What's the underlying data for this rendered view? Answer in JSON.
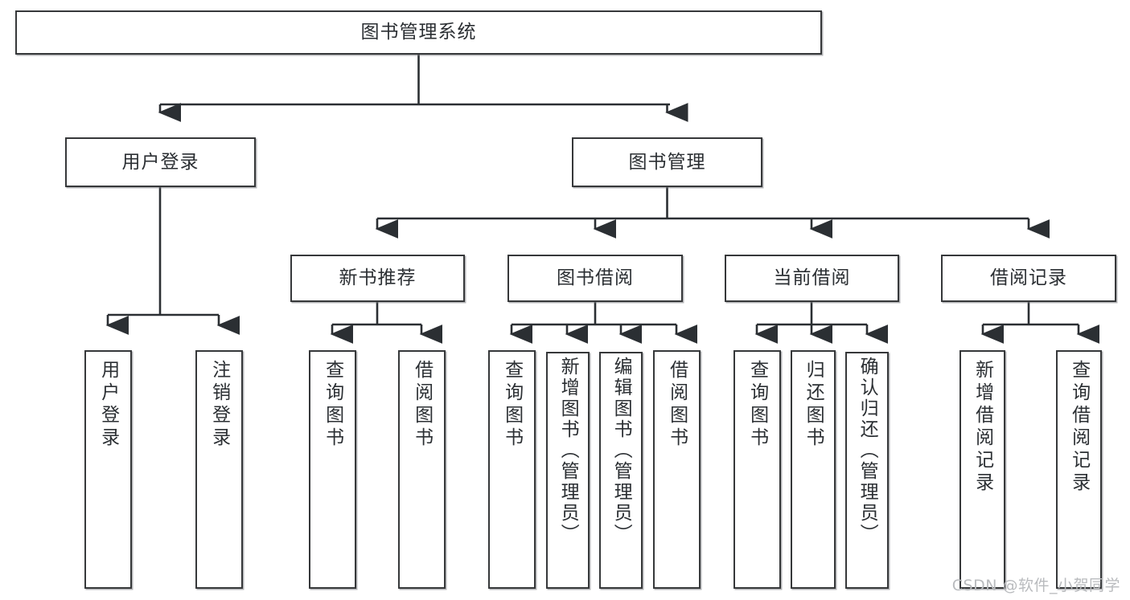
{
  "diagram": {
    "type": "tree",
    "title": "图书管理系统",
    "watermark": "CSDN @软件_小贺同学",
    "colors": {
      "box_border": "#36383a",
      "box_fill": "#ffffff",
      "text": "#2b2f33",
      "connector": "#2b2f33",
      "watermark": "#b9bbbe"
    },
    "root": {
      "label": "图书管理系统"
    },
    "level2": [
      {
        "label": "用户登录"
      },
      {
        "label": "图书管理"
      }
    ],
    "level3": [
      {
        "label": "新书推荐"
      },
      {
        "label": "图书借阅"
      },
      {
        "label": "当前借阅"
      },
      {
        "label": "借阅记录"
      }
    ],
    "leaves": {
      "user_login": [
        {
          "label": "用户登录"
        },
        {
          "label": "注销登录"
        }
      ],
      "new_book_recommend": [
        {
          "label": "查询图书"
        },
        {
          "label": "借阅图书"
        }
      ],
      "book_borrow": [
        {
          "label": "查询图书"
        },
        {
          "label": "新增图书（管理员）"
        },
        {
          "label": "编辑图书（管理员）"
        },
        {
          "label": "借阅图书"
        }
      ],
      "current_borrow": [
        {
          "label": "查询图书"
        },
        {
          "label": "归还图书"
        },
        {
          "label": "确认归还（管理员）"
        }
      ],
      "borrow_record": [
        {
          "label": "新增借阅记录"
        },
        {
          "label": "查询借阅记录"
        }
      ]
    }
  }
}
